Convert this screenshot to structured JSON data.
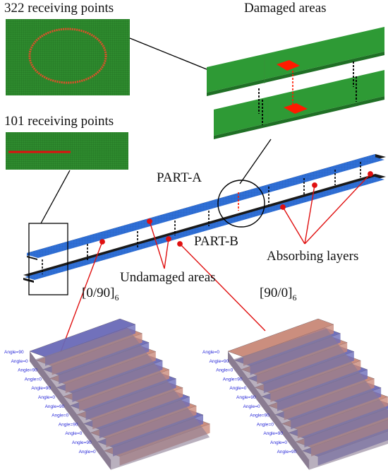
{
  "labels": {
    "receiving_322": "322  receiving points",
    "damaged_areas": "Damaged areas",
    "receiving_101": "101 receiving points",
    "part_a": "PART-A",
    "part_b": "PART-B",
    "absorbing_layers": "Absorbing layers",
    "undamaged_areas": "Undamaged areas",
    "layup_left": "[0/90]",
    "layup_left_sub": "6",
    "layup_right": "[90/0]",
    "layup_right_sub": "6"
  },
  "left_stack_angles": [
    "Angle=90",
    "Angle=0",
    "Angle=90",
    "Angle=0",
    "Angle=90",
    "Angle=0",
    "Angle=90",
    "Angle=0",
    "Angle=90",
    "Angle=0",
    "Angle=90",
    "Angle=0"
  ],
  "right_stack_angles": [
    "Angle=0",
    "Angle=90",
    "Angle=0",
    "Angle=90",
    "Angle=0",
    "Angle=90",
    "Angle=0",
    "Angle=90",
    "Angle=0",
    "Angle=90",
    "Angle=0",
    "Angle=90"
  ],
  "colors": {
    "mesh_green": "#2e8b2e",
    "beam_blue": "#2f6fd6",
    "damage_red": "#ff1a00",
    "pointer_red": "#e01010",
    "ply_blue": "#6a6ab8",
    "ply_orange": "#c98878"
  }
}
